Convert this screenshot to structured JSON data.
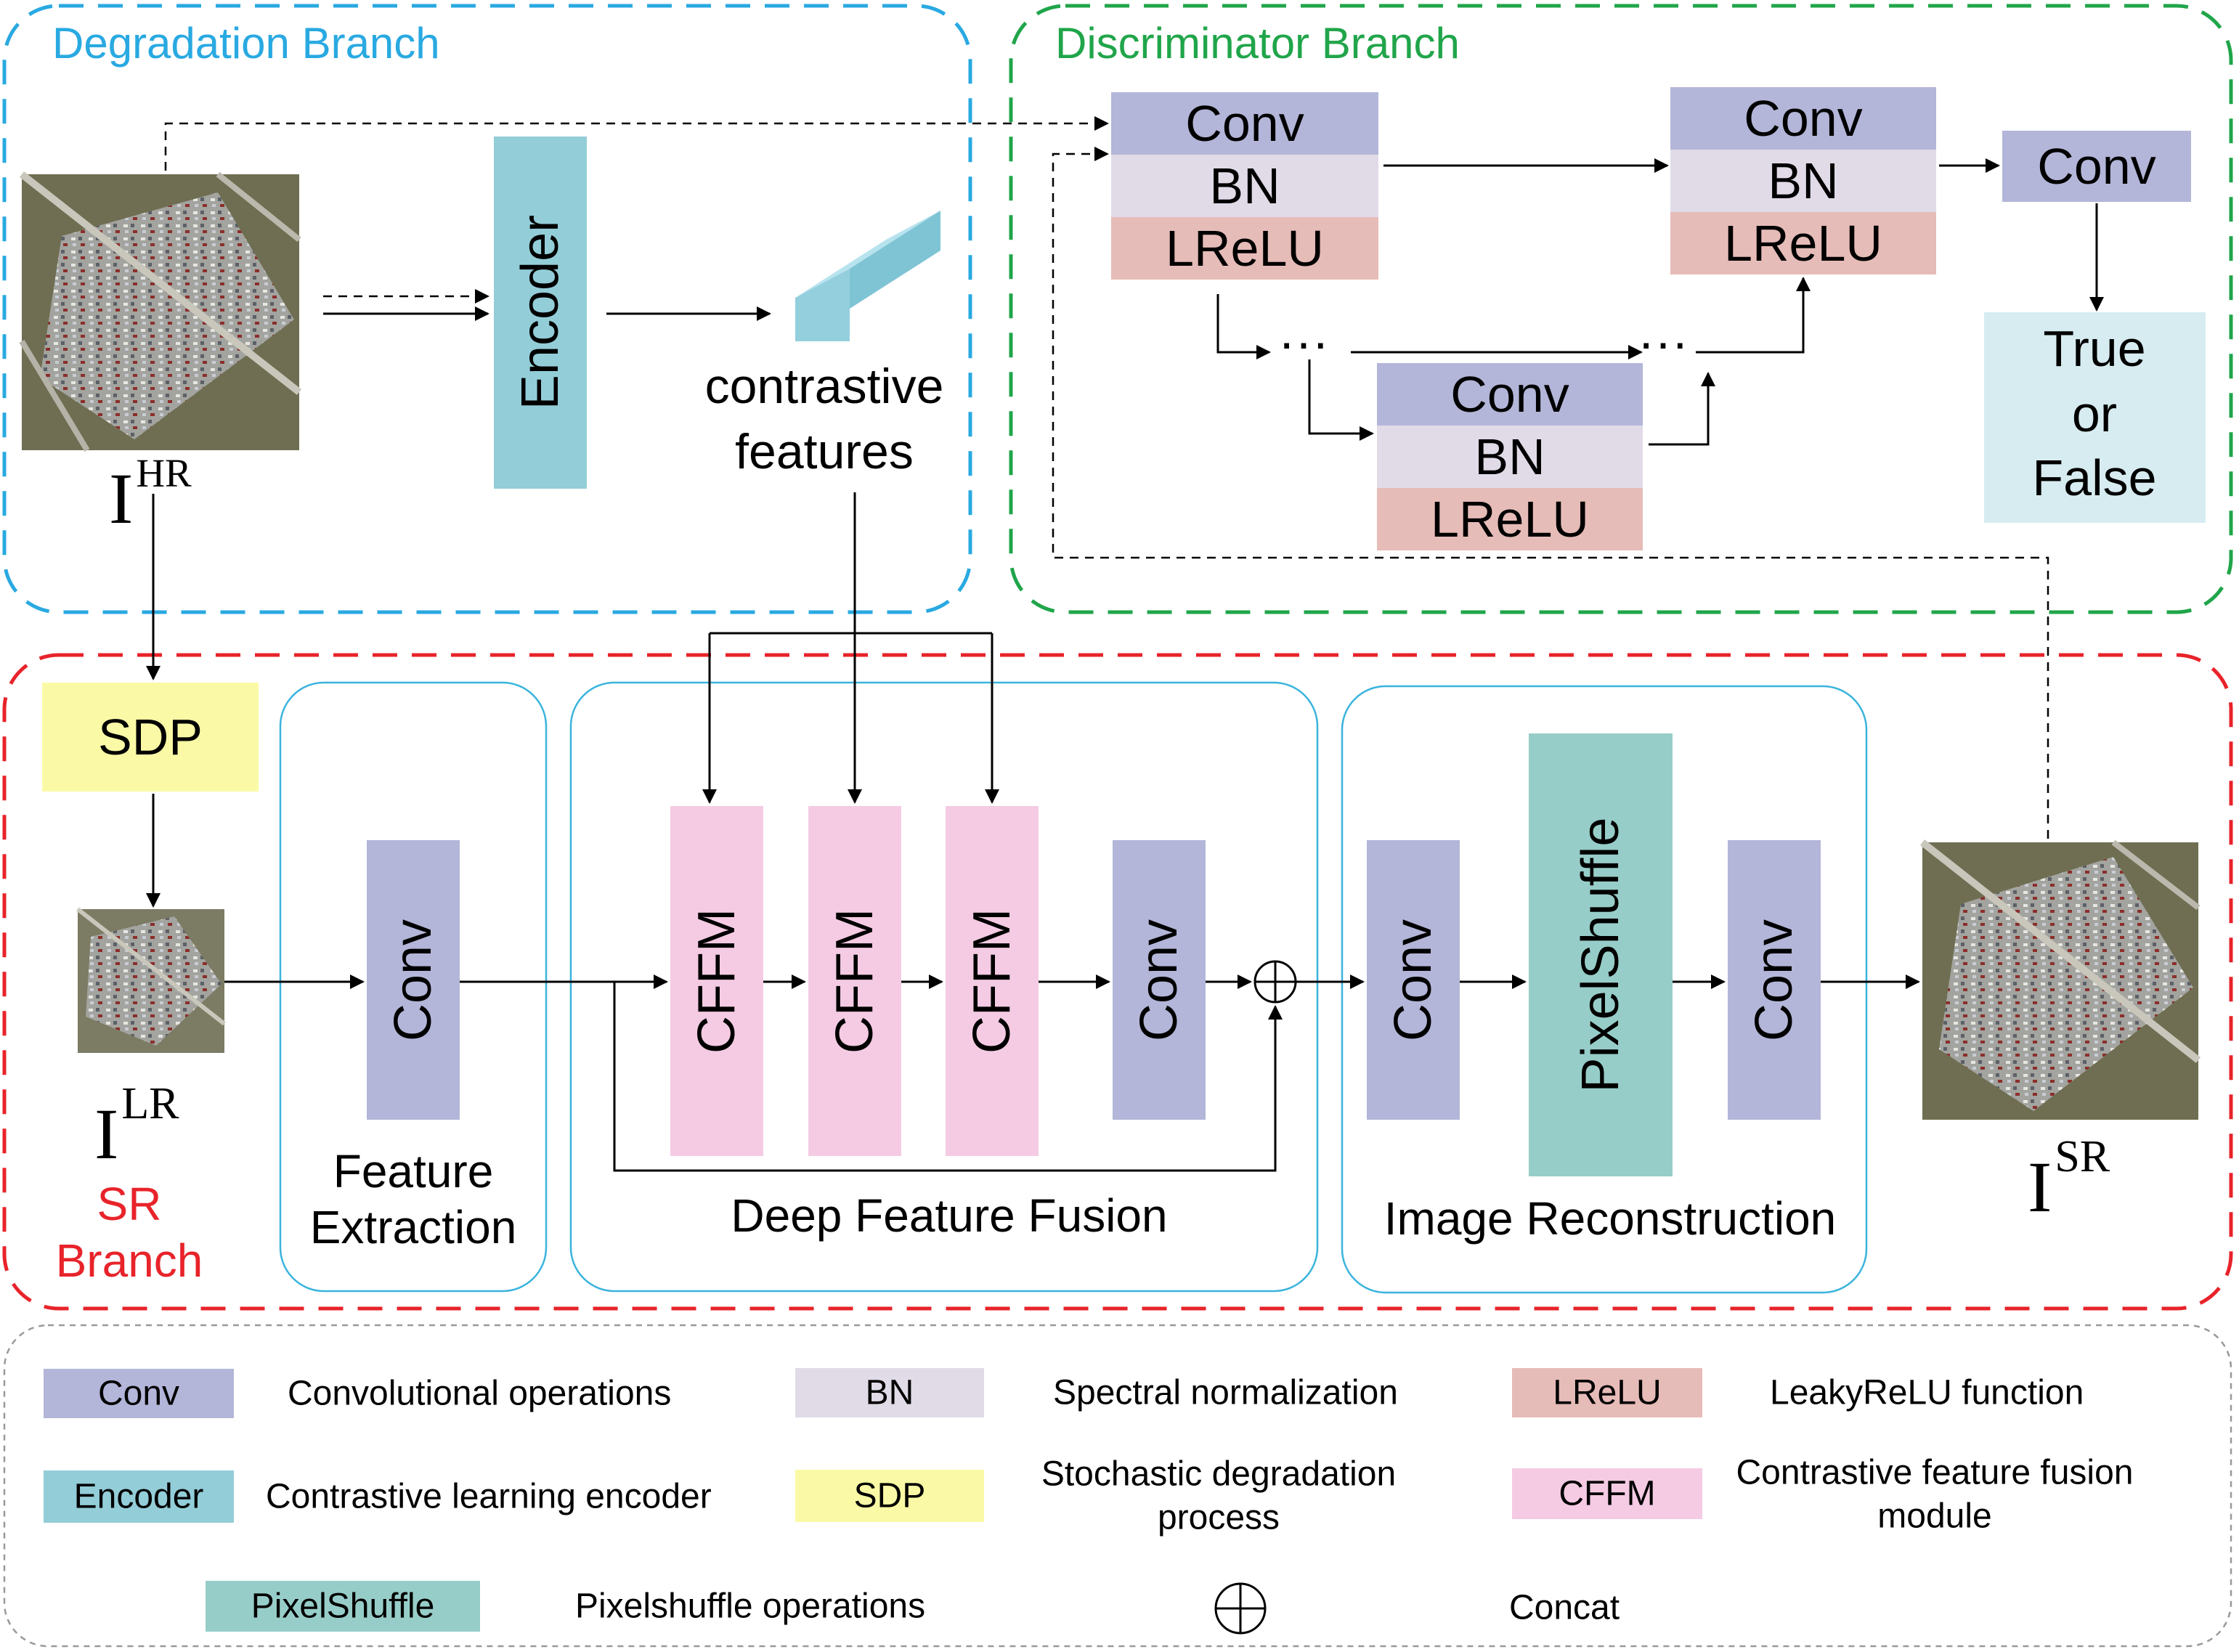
{
  "colors": {
    "conv": "#b3b6d8",
    "bn": "#e1dbe8",
    "lrelu": "#e6bcb8",
    "encoder": "#93cdd8",
    "sdp": "#fafaa6",
    "cffm": "#f4cbe3",
    "pixelshuffle": "#97cdc8",
    "true_false": "#d7ecf1",
    "degradation_border": "#29a9e1",
    "discriminator_border": "#20a54a",
    "sr_border": "#e8232a",
    "stage_border": "#3ab4dd"
  },
  "degradation_branch": {
    "title": "Degradation Branch",
    "encoder_label": "Encoder",
    "contrastive_line1": "contrastive",
    "contrastive_line2": "features",
    "hr_label": "I",
    "hr_sup": "HR"
  },
  "discriminator_branch": {
    "title": "Discriminator Branch",
    "conv": "Conv",
    "bn": "BN",
    "lrelu": "LReLU",
    "final_conv": "Conv",
    "dots": "···",
    "output_line1": "True",
    "output_line2": "or",
    "output_line3": "False"
  },
  "sr_branch": {
    "title_line1": "SR",
    "title_line2": "Branch",
    "sdp_label": "SDP",
    "lr_label": "I",
    "lr_sup": "LR",
    "sr_label": "I",
    "sr_sup": "SR",
    "feature_extraction": {
      "conv": "Conv",
      "caption_line1": "Feature",
      "caption_line2": "Extraction"
    },
    "deep_feature_fusion": {
      "cffm": [
        "CFFM",
        "CFFM",
        "CFFM"
      ],
      "conv": "Conv",
      "caption": "Deep Feature Fusion"
    },
    "image_reconstruction": {
      "conv_left": "Conv",
      "pixelshuffle": "PixelShuffle",
      "conv_right": "Conv",
      "caption": "Image Reconstruction"
    }
  },
  "legend": {
    "row1": [
      {
        "swatch": "Conv",
        "description": "Convolutional operations"
      },
      {
        "swatch": "BN",
        "description": "Spectral normalization"
      },
      {
        "swatch": "LReLU",
        "description": "LeakyReLU function"
      }
    ],
    "row2": [
      {
        "swatch": "Encoder",
        "description": "Contrastive learning encoder"
      },
      {
        "swatch": "SDP",
        "description_line1": "Stochastic degradation",
        "description_line2": "process"
      },
      {
        "swatch": "CFFM",
        "description_line1": "Contrastive feature fusion",
        "description_line2": "module"
      }
    ],
    "row3": [
      {
        "swatch": "PixelShuffle",
        "description": "Pixelshuffle operations"
      },
      {
        "description": "Concat"
      }
    ]
  }
}
